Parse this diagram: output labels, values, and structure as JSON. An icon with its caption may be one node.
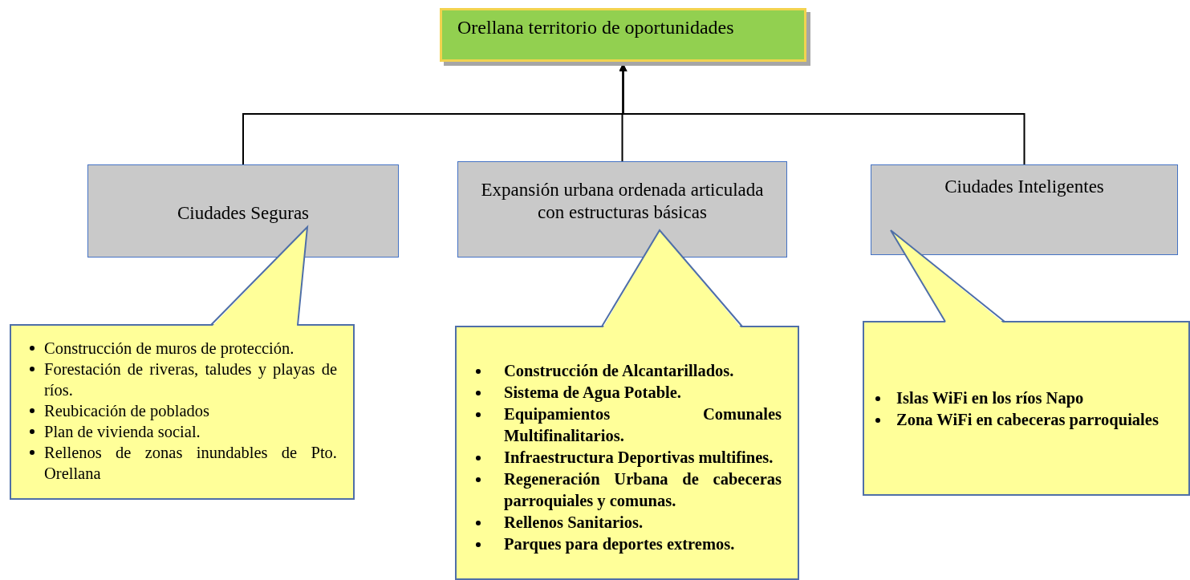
{
  "diagram": {
    "nodes": [
      {
        "text": [
          "Orellana territorio de oportunidades"
        ]
      },
      {
        "text": [
          "Ciudades Seguras"
        ]
      },
      {
        "text": [
          "Expansión urbana ordenada articulada con estructuras básicas"
        ]
      },
      {
        "text": [
          "Ciudades Inteligentes"
        ]
      },
      {
        "text": [
          "Construcción de muros de protección.",
          "Forestación de riveras, taludes y playas de ríos.",
          "Reubicación de poblados",
          "Plan de vivienda social.",
          "Rellenos de zonas inundables de Pto. Orellana"
        ]
      },
      {
        "text": [
          "Construcción de Alcantarillados.",
          "Sistema de Agua Potable.",
          "Equipamientos Comunales Multifinalitarios.",
          "Infraestructura Deportivas multifines.",
          "Regeneración Urbana de cabeceras parroquiales y comunas.",
          "Rellenos Sanitarios.",
          "Parques para deportes extremos."
        ]
      },
      {
        "text": [
          "Islas WiFi   en los ríos Napo",
          "Zona WiFi en cabeceras parroquiales"
        ]
      }
    ],
    "edges": [
      {
        "from": 1,
        "to": 0,
        "arrow": "to"
      },
      {
        "from": 2,
        "to": 0,
        "arrow": "to"
      },
      {
        "from": 3,
        "to": 0,
        "arrow": "to"
      }
    ]
  }
}
